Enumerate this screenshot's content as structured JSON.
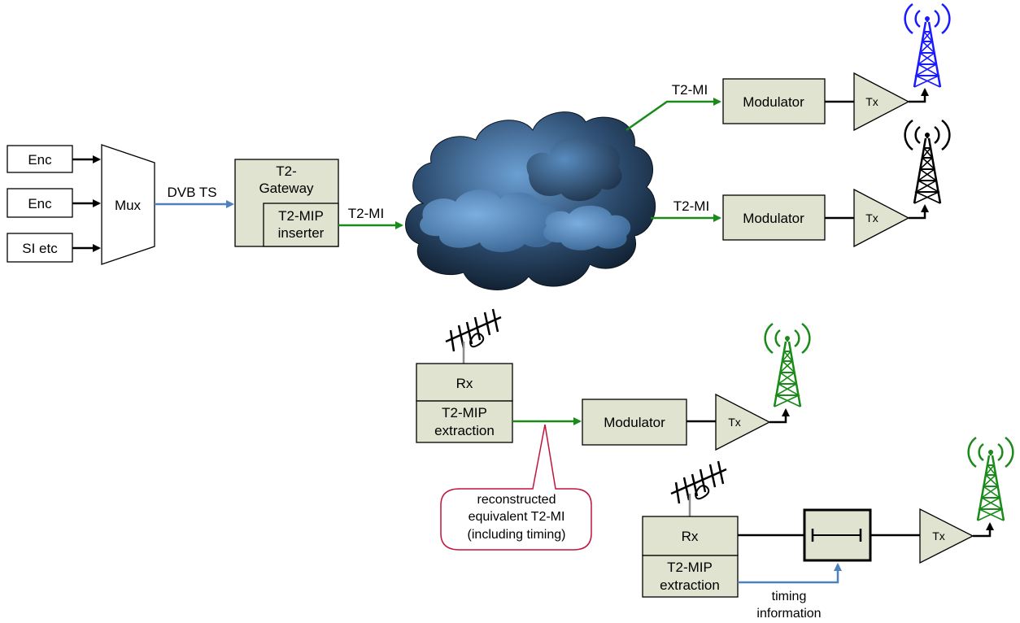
{
  "sources": {
    "enc1": "Enc",
    "enc2": "Enc",
    "si": "SI etc"
  },
  "mux": "Mux",
  "links": {
    "dvb_ts": "DVB TS",
    "t2mi_gateway_out": "T2-MI",
    "t2mi_top": "T2-MI",
    "t2mi_mid": "T2-MI"
  },
  "gateway": {
    "line1": "T2-",
    "line2": "Gateway",
    "inserter_line1": "T2-MIP",
    "inserter_line2": "inserter"
  },
  "chain_top": {
    "modulator": "Modulator",
    "tx": "Tx"
  },
  "chain_mid": {
    "modulator": "Modulator",
    "tx": "Tx"
  },
  "relay1": {
    "rx": "Rx",
    "extract_line1": "T2-MIP",
    "extract_line2": "extraction",
    "modulator": "Modulator",
    "tx": "Tx"
  },
  "callout": {
    "line1": "reconstructed",
    "line2": "equivalent T2-MI",
    "line3": "(including timing)"
  },
  "relay2": {
    "rx": "Rx",
    "extract_line1": "T2-MIP",
    "extract_line2": "extraction",
    "tx": "Tx",
    "timing_line1": "timing",
    "timing_line2": "information"
  },
  "colors": {
    "box_fill": "#dfe3cf",
    "tower_blue": "#1a1aff",
    "tower_black": "#000000",
    "tower_green": "#1a8a1a",
    "link_green": "#1a8a1a",
    "link_blue": "#4f81bd",
    "callout_border": "#c0143c"
  },
  "icons": [
    "tower-icon",
    "yagi-antenna-icon",
    "cloud-icon",
    "delay-box-icon"
  ]
}
